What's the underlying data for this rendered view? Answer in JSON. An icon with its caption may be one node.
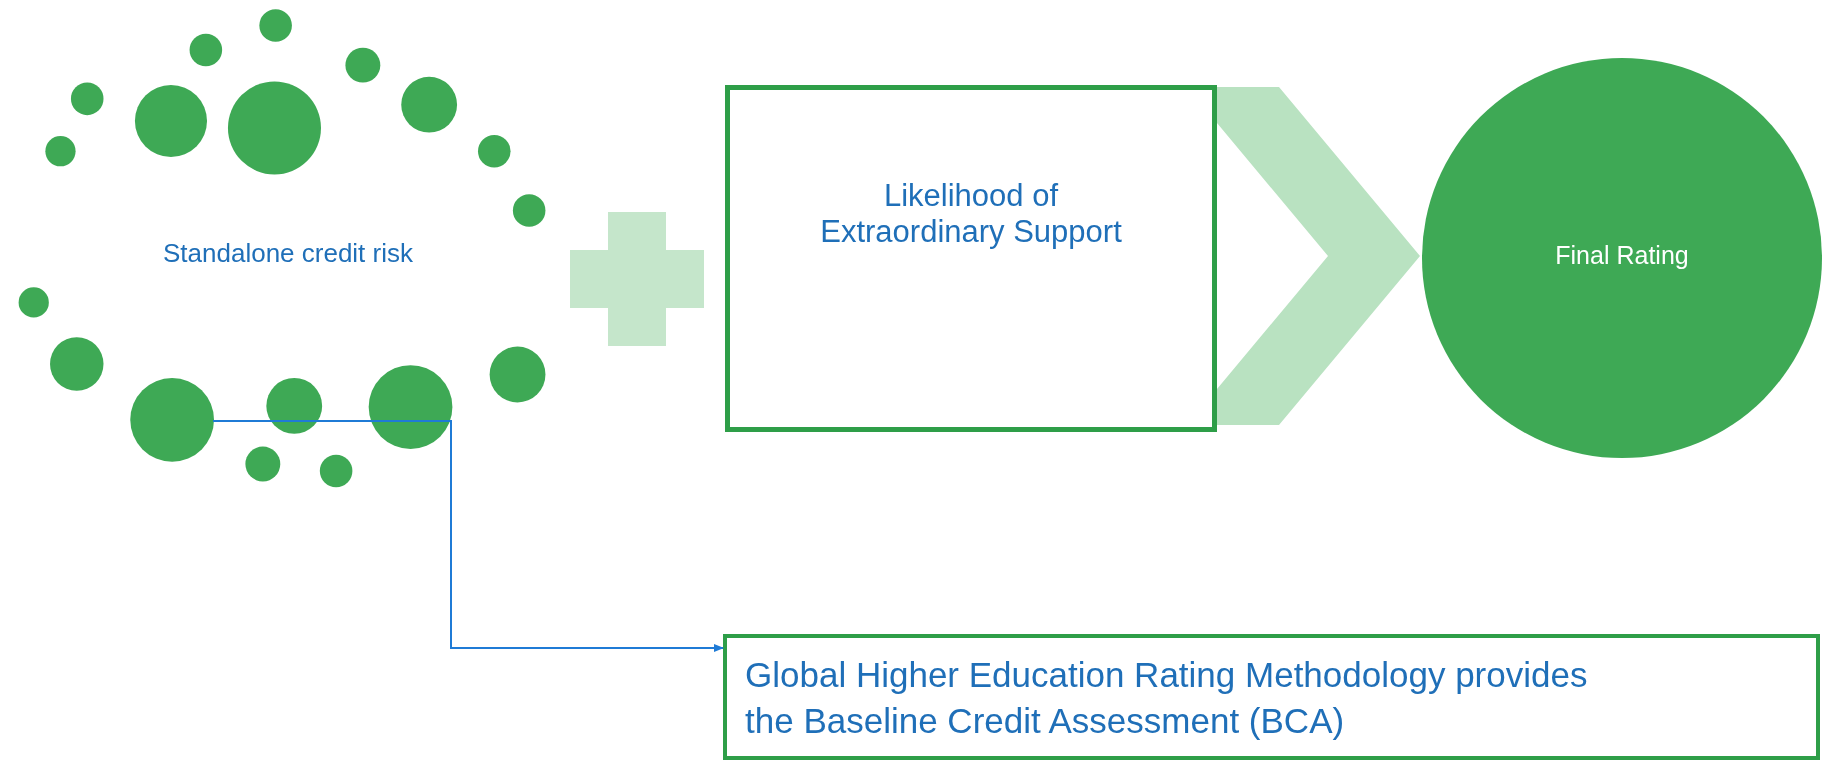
{
  "diagram": {
    "nodes": [
      {
        "text": [
          "Standalone credit risk"
        ]
      },
      {
        "text": [
          "Likelihood of Extraordinary Support"
        ]
      },
      {
        "text": [
          "Final Rating"
        ]
      },
      {
        "text": [
          "Global Higher Education Rating Methodology provides the Baseline Credit Assessment (BCA)"
        ]
      }
    ],
    "edges": [
      {
        "from": 1,
        "to": 2,
        "arrow": "to",
        "style": "thick",
        "color": "#b9e2c1"
      },
      {
        "from": 0,
        "to": 3,
        "arrow": "to"
      }
    ]
  }
}
